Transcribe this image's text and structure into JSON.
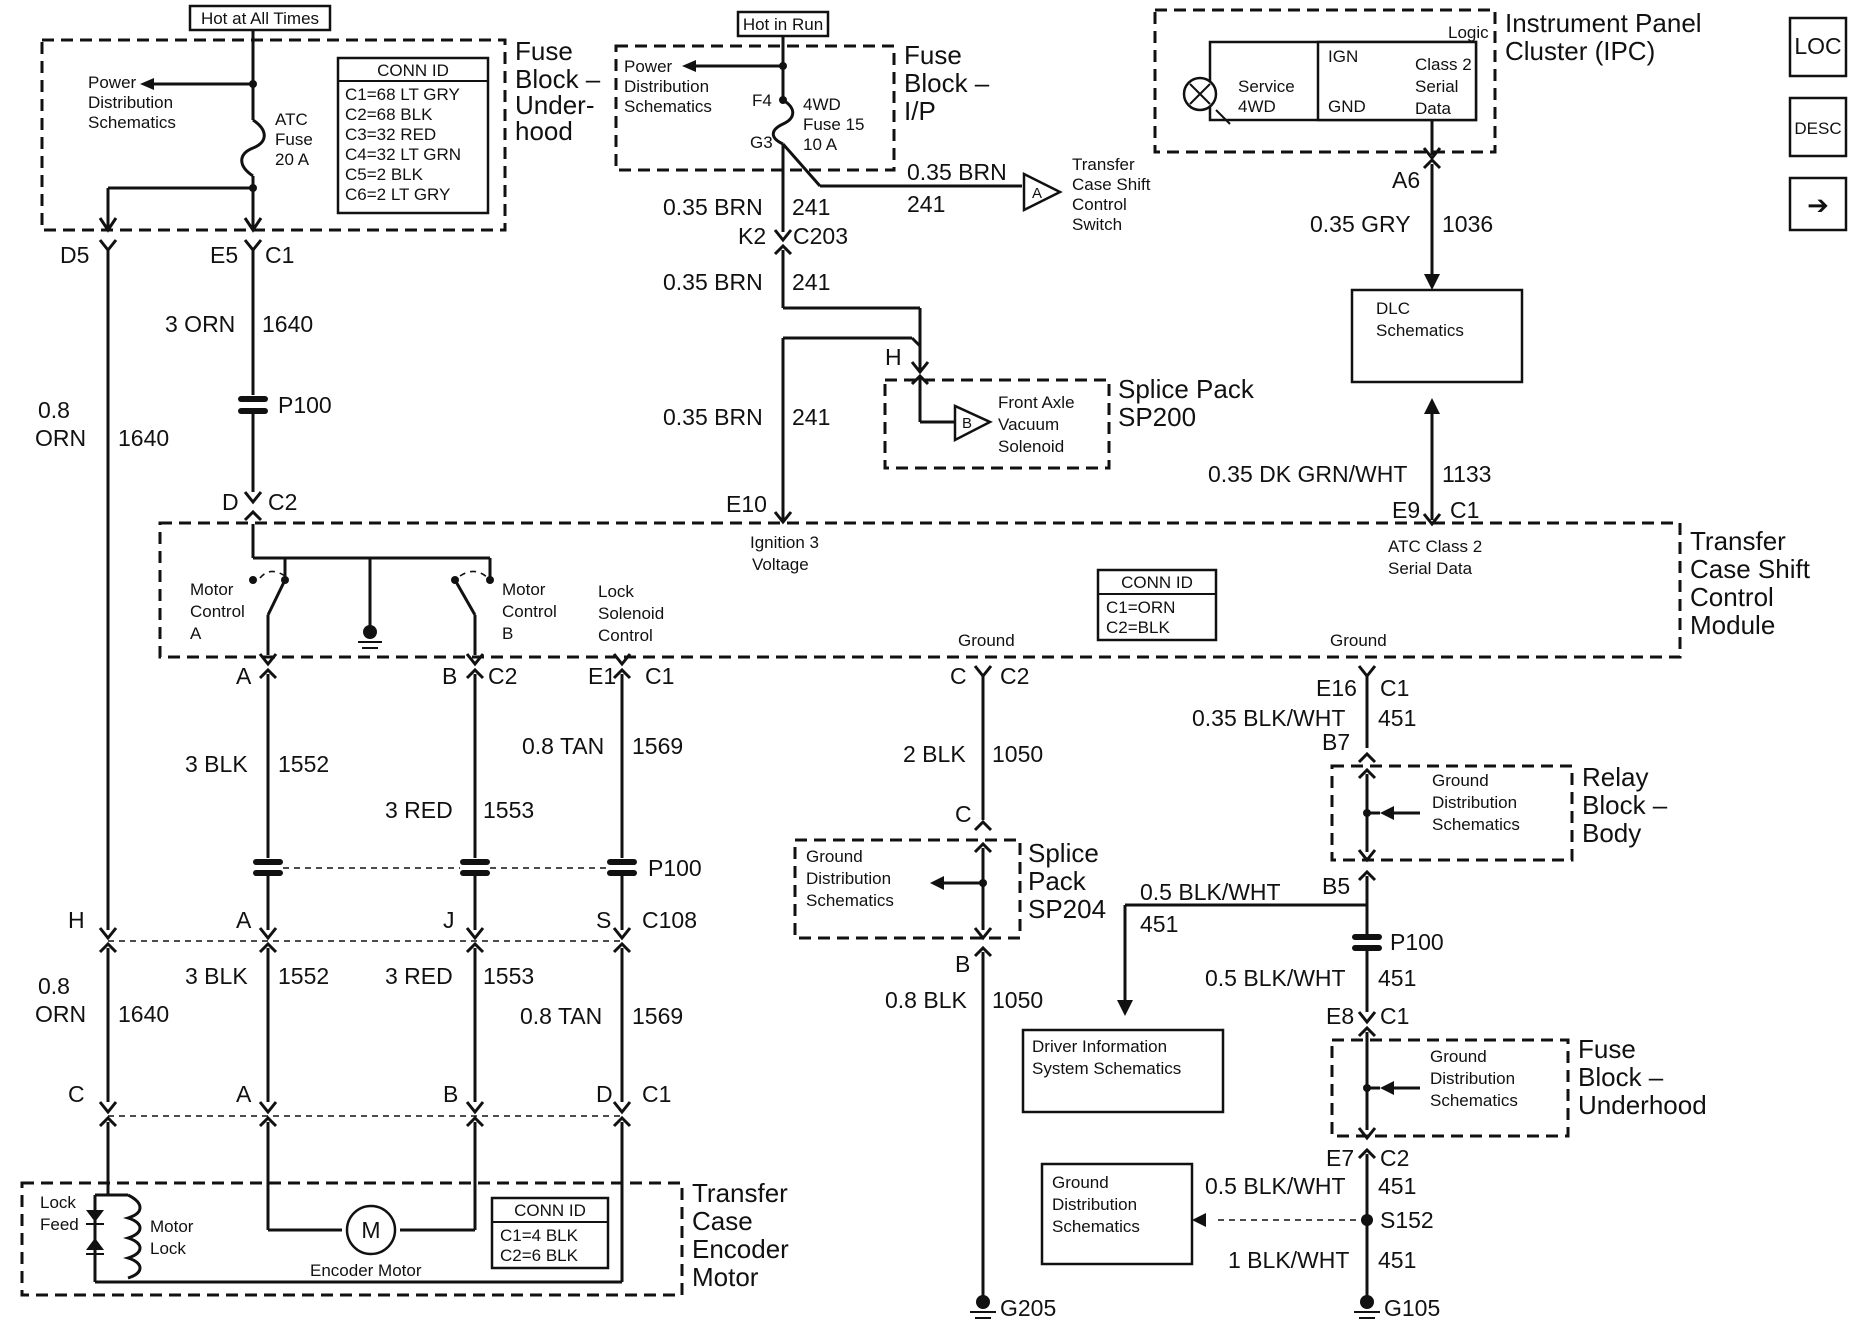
{
  "top_tags": {
    "hot_all": "Hot at All Times",
    "hot_run": "Hot in Run"
  },
  "fuse_underhood": {
    "title": [
      "Fuse",
      "Block –",
      "Under-",
      "hood"
    ],
    "power_dist": [
      "Power",
      "Distribution",
      "Schematics"
    ],
    "fuse": [
      "ATC",
      "Fuse",
      "20 A"
    ],
    "conn_title": "CONN ID",
    "conn": [
      "C1=68 LT GRY",
      "C2=68 BLK",
      "C3=32 RED",
      "C4=32 LT GRN",
      "C5=2 BLK",
      "C6=2 LT GRY"
    ]
  },
  "fuse_ip": {
    "title": [
      "Fuse",
      "Block –",
      "I/P"
    ],
    "power_dist": [
      "Power",
      "Distribution",
      "Schematics"
    ],
    "fuse": [
      "4WD",
      "Fuse 15",
      "10 A"
    ],
    "f4": "F4",
    "g3": "G3"
  },
  "ipc": {
    "title": [
      "Instrument Panel",
      "Cluster (IPC)"
    ],
    "logic": "Logic",
    "ign": "IGN",
    "gnd": "GND",
    "serial": [
      "Class 2",
      "Serial",
      "Data"
    ],
    "service": [
      "Service",
      "4WD"
    ]
  },
  "nav": {
    "loc": "LOC",
    "desc": "DESC",
    "arrow": "➔"
  },
  "labels": {
    "d5": "D5",
    "e5": "E5",
    "c1a": "C1",
    "w1640a": "3 ORN",
    "n1640a": "1640",
    "p100a": "P100",
    "w1640b": [
      "0.8",
      "ORN"
    ],
    "n1640b": "1640",
    "d_c2": "D",
    "c2a": "C2",
    "w241a": "0.35 BRN",
    "n241a": "241",
    "k2": "K2",
    "c203": "C203",
    "w241b": "0.35 BRN",
    "n241b": "241",
    "w241c": "0.35 BRN",
    "n241c": "241",
    "w241d": "0.35 BRN",
    "n241d": "241",
    "h_sp200": "H",
    "e10": "E10",
    "a_conn": "A",
    "transfer_switch": [
      "Transfer",
      "Case Shift",
      "Control",
      "Switch"
    ],
    "b_conn": "B",
    "front_axle": [
      "Front Axle",
      "Vacuum",
      "Solenoid"
    ],
    "sp200": [
      "Splice Pack",
      "SP200"
    ],
    "a6": "A6",
    "w1036": "0.35 GRY",
    "n1036": "1036",
    "dlc": [
      "DLC",
      "Schematics"
    ],
    "w1133": "0.35 DK GRN/WHT",
    "n1133": "1133",
    "e9": "E9",
    "c1b": "C1",
    "ign3": [
      "Ignition 3",
      "Voltage"
    ],
    "atc_serial": [
      "ATC Class 2",
      "Serial Data"
    ],
    "tcscm": [
      "Transfer",
      "Case Shift",
      "Control",
      "Module"
    ],
    "motor_a": [
      "Motor",
      "Control",
      "A"
    ],
    "motor_b": [
      "Motor",
      "Control",
      "B"
    ],
    "lock_sol": [
      "Lock",
      "Solenoid",
      "Control"
    ],
    "conn2_title": "CONN ID",
    "conn2": [
      "C1=ORN",
      "C2=BLK"
    ],
    "ground1": "Ground",
    "ground2": "Ground",
    "A1": "A",
    "B1": "B",
    "c2b": "C2",
    "E1": "E1",
    "c1c": "C1",
    "w1552a": "3 BLK",
    "n1552a": "1552",
    "w1553a": "3 RED",
    "n1553a": "1553",
    "w1569a": "0.8 TAN",
    "n1569a": "1569",
    "p100b": "P100",
    "H2": "H",
    "A2": "A",
    "J2": "J",
    "S2": "S",
    "c108": "C108",
    "w1640c": [
      "0.8",
      "ORN"
    ],
    "n1640c": "1640",
    "w1552b": "3 BLK",
    "n1552b": "1552",
    "w1553b": "3 RED",
    "n1553b": "1553",
    "w1569b": "0.8 TAN",
    "n1569b": "1569",
    "C3": "C",
    "A3": "A",
    "B3": "B",
    "D3": "D",
    "c1d": "C1",
    "lock_feed": [
      "Lock",
      "Feed"
    ],
    "motor_lock": [
      "Motor",
      "Lock"
    ],
    "M": "M",
    "encoder_motor": "Encoder Motor",
    "conn3_title": "CONN ID",
    "conn3": [
      "C1=4 BLK",
      "C2=6 BLK"
    ],
    "tcem": [
      "Transfer",
      "Case",
      "Encoder",
      "Motor"
    ],
    "Cg": "C",
    "c2c": "C2",
    "w1050a": "2 BLK",
    "n1050a": "1050",
    "Csp": "C",
    "Bsp": "B",
    "gds1": [
      "Ground",
      "Distribution",
      "Schematics"
    ],
    "sp204": [
      "Splice",
      "Pack",
      "SP204"
    ],
    "w1050b": "0.8 BLK",
    "n1050b": "1050",
    "g205": "G205",
    "e16": "E16",
    "c1e": "C1",
    "w451a": "0.35 BLK/WHT",
    "n451a": "451",
    "b7": "B7",
    "gds2": [
      "Ground",
      "Distribution",
      "Schematics"
    ],
    "relay_block": [
      "Relay",
      "Block –",
      "Body"
    ],
    "b5": "B5",
    "w451b": "0.5 BLK/WHT",
    "n451b": "451",
    "p100c": "P100",
    "w451c": "0.5 BLK/WHT",
    "n451c": "451",
    "dis": [
      "Driver Information",
      "System Schematics"
    ],
    "e8": "E8",
    "c1f": "C1",
    "gds3": [
      "Ground",
      "Distribution",
      "Schematics"
    ],
    "fuse_uh2": [
      "Fuse",
      "Block –",
      "Underhood"
    ],
    "e7": "E7",
    "c2d": "C2",
    "gds4": [
      "Ground",
      "Distribution",
      "Schematics"
    ],
    "w451d": "0.5 BLK/WHT",
    "n451d": "451",
    "s152": "S152",
    "w451e": "1 BLK/WHT",
    "n451e": "451",
    "g105": "G105"
  }
}
